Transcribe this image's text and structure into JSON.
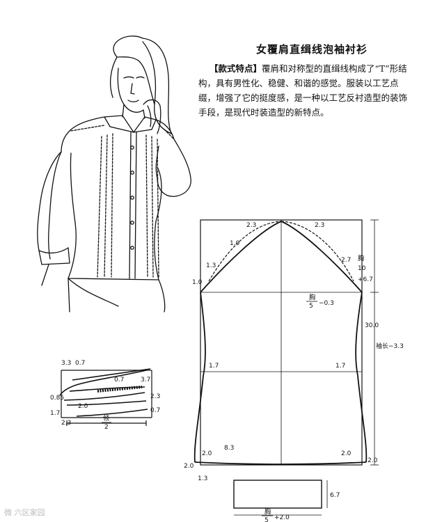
{
  "title": "女覆肩直缉线泡袖衬衫",
  "description": {
    "lead": "【款式特点】",
    "text": "覆肩和对称型的直缉线构成了“T”形结构，具有男性化、稳健、和谐的感觉。服装以工艺点缀，增强了它的挺度感，是一种以工艺反衬造型的装饰手段，是现代时装造型的新特点。"
  },
  "watermark": "微 六区家园",
  "collar": {
    "dims": [
      "3.3",
      "0.7",
      "0.7",
      "3.7",
      "0.85",
      "1.7",
      "2.0",
      "2.3",
      "2.3",
      "0.7"
    ],
    "neck_label": "领",
    "neck_denominator": "2"
  },
  "sleeve": {
    "dims": [
      "2.3",
      "2.3",
      "1.0",
      "1.3",
      "1.0",
      "2.7",
      "1.7",
      "1.7",
      "8.3",
      "2.0",
      "2.0",
      "2.0",
      "1.3",
      "2.0"
    ],
    "chest_label": "胸",
    "chest_frac": "5",
    "chest_offset": "−0.3",
    "right_dim_top": "10",
    "right_dim_top_plus": "+6.7",
    "right_dim_top_num": "胸",
    "right_dim_mid": "30.0",
    "right_dim_length": "袖长−3.3"
  },
  "cuff": {
    "chest_label": "胸",
    "chest_frac": "5",
    "chest_plus": "+2.0",
    "height": "6.7"
  }
}
